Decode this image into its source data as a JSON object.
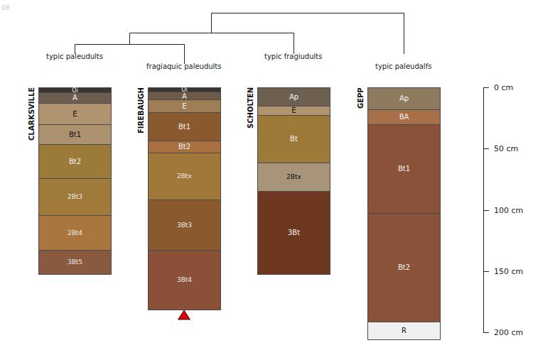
{
  "diagram": {
    "nodes": [
      {
        "text": [
          "Oi"
        ]
      },
      {
        "text": [
          "A"
        ]
      },
      {
        "text": [
          "E"
        ]
      },
      {
        "text": [
          "Bt1"
        ]
      },
      {
        "text": [
          "Bt2"
        ]
      },
      {
        "text": [
          "2Bt3"
        ]
      },
      {
        "text": [
          "2Bt4"
        ]
      },
      {
        "text": [
          "3Bt5"
        ]
      },
      {
        "text": [
          "Oi"
        ]
      },
      {
        "text": [
          "A"
        ]
      },
      {
        "text": [
          "E"
        ]
      },
      {
        "text": [
          "Bt1"
        ]
      },
      {
        "text": [
          "Bt2"
        ]
      },
      {
        "text": [
          "2Btx"
        ]
      },
      {
        "text": [
          "3Bt3"
        ]
      },
      {
        "text": [
          "3Bt4"
        ]
      },
      {
        "text": [
          "Ap"
        ]
      },
      {
        "text": [
          "E"
        ]
      },
      {
        "text": [
          "Bt"
        ]
      },
      {
        "text": [
          "2Btx"
        ]
      },
      {
        "text": [
          "3Bt"
        ]
      },
      {
        "text": [
          "Ap"
        ]
      },
      {
        "text": [
          "BA"
        ]
      },
      {
        "text": [
          "Bt1"
        ]
      },
      {
        "text": [
          "Bt2"
        ]
      },
      {
        "text": [
          "R"
        ]
      }
    ],
    "labels": [
      "08",
      "typic paleudults",
      "fragiaquic paleudults",
      "typic fragiudults",
      "typic paleudalfs",
      "CLARKSVILLE",
      "FIREBAUGH",
      "SCHOLTEN",
      "GEPP",
      "0 cm",
      "50 cm",
      "100 cm",
      "150 cm",
      "200 cm"
    ]
  }
}
